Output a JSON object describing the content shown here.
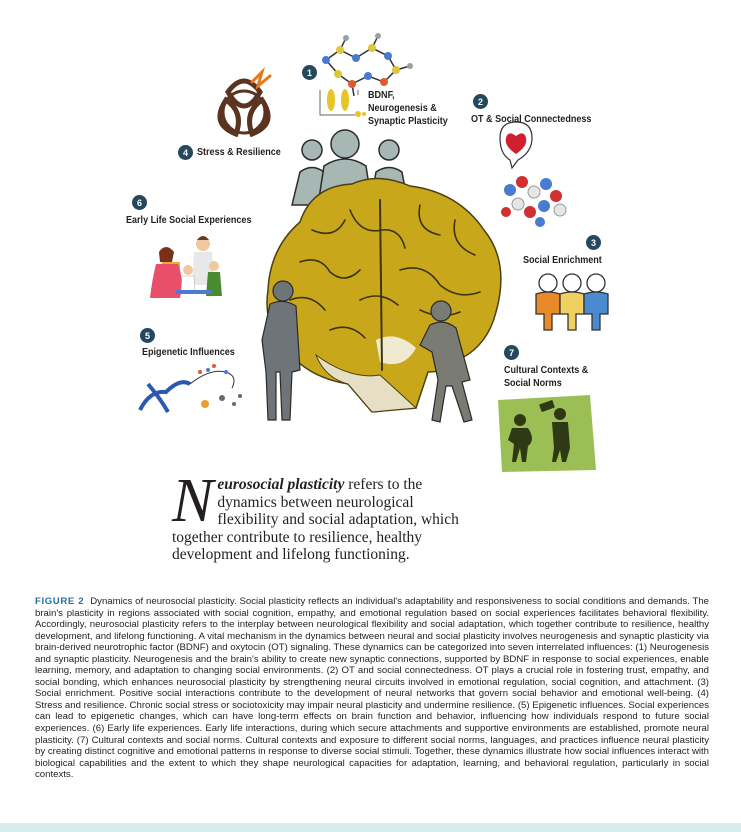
{
  "figure": {
    "influences": [
      {
        "num": "1",
        "label_lines": [
          "BDNF,",
          "Neurogenesis &",
          "Synaptic Plasticity"
        ]
      },
      {
        "num": "2",
        "label_lines": [
          "OT & Social Connectedness"
        ]
      },
      {
        "num": "3",
        "label_lines": [
          "Social Enrichment"
        ]
      },
      {
        "num": "4",
        "label_lines": [
          "Stress & Resilience"
        ]
      },
      {
        "num": "5",
        "label_lines": [
          "Epigenetic Influences"
        ]
      },
      {
        "num": "6",
        "label_lines": [
          "Early Life Social Experiences"
        ]
      },
      {
        "num": "7",
        "label_lines": [
          "Cultural Contexts &",
          "Social Norms"
        ]
      }
    ],
    "colors": {
      "badge": "#24485e",
      "brain": "#c8a81a",
      "people": "#a7b7b4",
      "culture": "#9cbf55"
    }
  },
  "quote": {
    "drop_letter": "N",
    "emphasis": "eurosocial plasticity",
    "rest": " refers to the dynamics between neurological flexibility and social adaptation, which together contribute to resilience, healthy development and lifelong functioning."
  },
  "caption": {
    "label": "FIGURE 2",
    "text": "Dynamics of neurosocial plasticity. Social plasticity reflects an individual's adaptability and responsiveness to social conditions and demands. The brain's plasticity in regions associated with social cognition, empathy, and emotional regulation based on social experiences facilitates behavioral flexibility. Accordingly, neurosocial plasticity refers to the interplay between neurological flexibility and social adaptation, which together contribute to resilience, healthy development, and lifelong functioning. A vital mechanism in the dynamics between neural and social plasticity involves neurogenesis and synaptic plasticity via brain-derived neurotrophic factor (BDNF) and oxytocin (OT) signaling. These dynamics can be categorized into seven interrelated influences: (1) Neurogenesis and synaptic plasticity. Neurogenesis and the brain's ability to create new synaptic connections, supported by BDNF in response to social experiences, enable learning, memory, and adaptation to changing social environments. (2) OT and social connectedness. OT plays a crucial role in fostering trust, empathy, and social bonding, which enhances neurosocial plasticity by strengthening neural circuits involved in emotional regulation, social cognition, and attachment. (3) Social enrichment. Positive social interactions contribute to the development of neural networks that govern social behavior and emotional well-being. (4) Stress and resilience. Chronic social stress or sociotoxicity may impair neural plasticity and undermine resilience. (5) Epigenetic influences. Social experiences can lead to epigenetic changes, which can have long-term effects on brain function and behavior, influencing how individuals respond to future social experiences. (6) Early life experiences. Early life interactions, during which secure attachments and supportive environments are established, promote neural plasticity. (7) Cultural contexts and social norms. Cultural contexts and exposure to different social norms, languages, and practices influence neural plasticity by creating distinct cognitive and emotional patterns in response to diverse social stimuli. Together, these dynamics illustrate how social influences interact with biological capabilities and the extent to which they shape neurological capacities for adaptation, learning, and behavioral regulation, particularly in social contexts."
  }
}
